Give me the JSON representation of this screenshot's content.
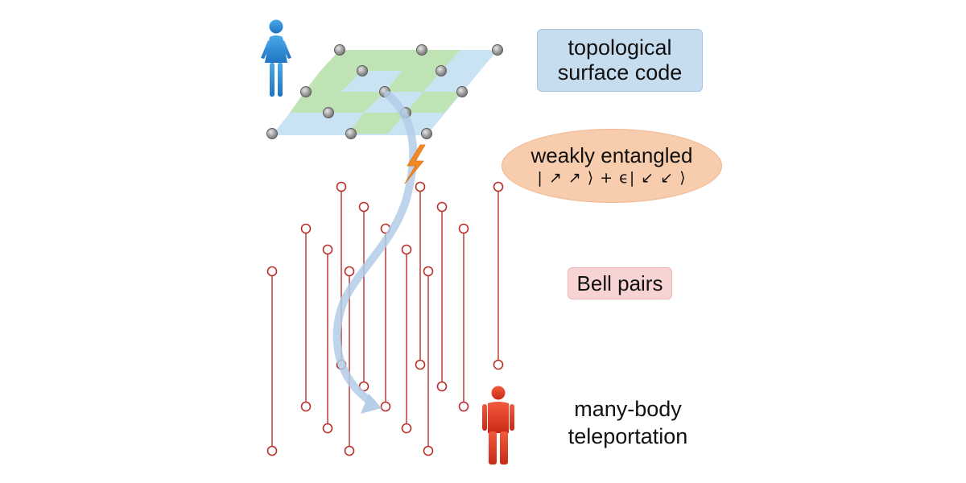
{
  "labels": {
    "surface_code": [
      "topological",
      "surface code"
    ],
    "weakly_entangled": "weakly entangled",
    "weak_state": "| ↗ ↗ ⟩ + ϵ| ↙ ↙ ⟩",
    "bell_pairs": "Bell pairs",
    "teleportation": [
      "many-body",
      "teleportation"
    ]
  },
  "colors": {
    "alice": "#2f8fd6",
    "bob": "#e03a22",
    "bell_pair": "#b8302a",
    "lattice_green": "#bfe4b2",
    "lattice_blue": "#c6e2f2",
    "qubit_gray": "#8c8c8c",
    "flow_arrow": "#b3cde8",
    "lightning": "#f18a24"
  },
  "icons": {
    "alice": "person-female-icon",
    "bob": "person-male-icon",
    "lightning": "lightning-icon"
  }
}
